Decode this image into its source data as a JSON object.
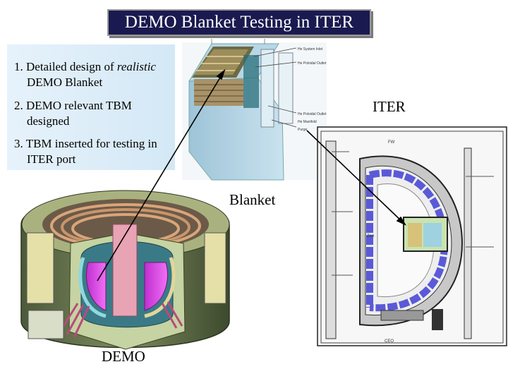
{
  "slide": {
    "title": "DEMO Blanket Testing in ITER",
    "bullets": [
      {
        "line1_prefix": "1. Detailed design of ",
        "line1_emph": "realistic",
        "line2": "DEMO Blanket"
      },
      {
        "line1_prefix": "2. DEMO relevant TBM",
        "line1_emph": "",
        "line2": "designed"
      },
      {
        "line1_prefix": "3. TBM inserted for testing in",
        "line1_emph": "",
        "line2": "ITER port"
      }
    ],
    "labels": {
      "iter": "ITER",
      "blanket": "Blanket",
      "demo": "DEMO"
    },
    "blanket_diagram_labels": [
      "He System Inlet",
      "He Poloidal Outlet",
      "He Poloidal Outlet",
      "He Manifold",
      "Purge"
    ],
    "iter_diagram_labels": [
      "FW",
      "CEO",
      "Zen"
    ],
    "colors": {
      "title_bg": "#1a1a50",
      "title_text": "#ffffff",
      "bullet_bg": "#dcedf8",
      "arrow": "#000000"
    }
  }
}
